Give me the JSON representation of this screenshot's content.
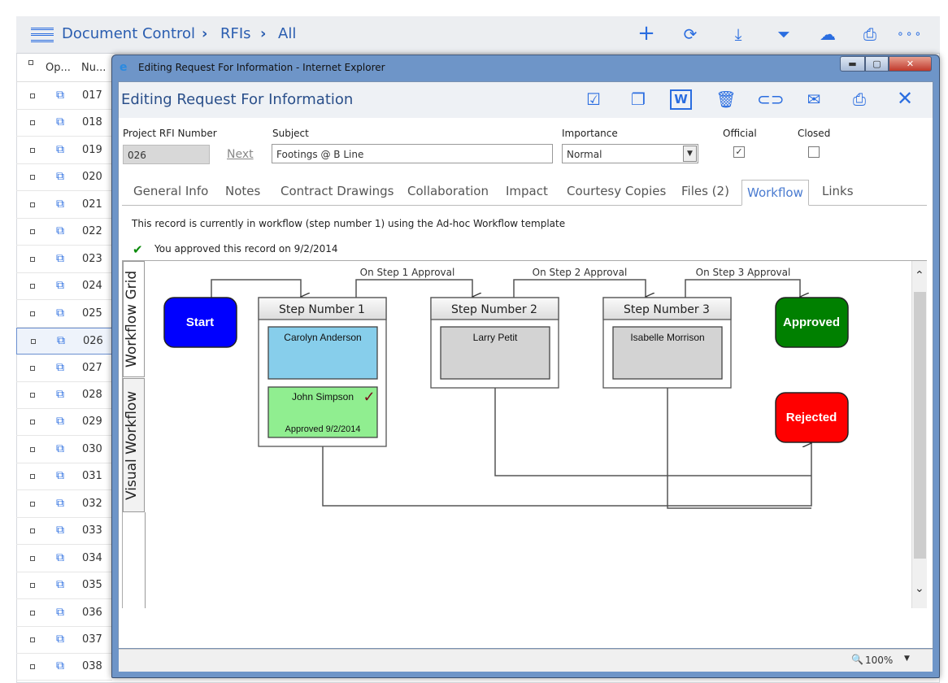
{
  "app": {
    "breadcrumb": [
      "Document Control",
      "RFIs",
      "All"
    ],
    "columns": [
      "Op...",
      "Nu..."
    ],
    "rows": [
      "017",
      "018",
      "019",
      "020",
      "021",
      "022",
      "023",
      "024",
      "025",
      "026",
      "027",
      "028",
      "029",
      "030",
      "031",
      "032",
      "033",
      "034",
      "035",
      "036",
      "037",
      "038"
    ],
    "selected_row": "026"
  },
  "window": {
    "title": "Editing Request For Information - Internet Explorer",
    "heading": "Editing Request For Information"
  },
  "form": {
    "rfi_label": "Project RFI Number",
    "rfi_value": "026",
    "next_label": "Next",
    "subject_label": "Subject",
    "subject_value": "Footings @ B Line",
    "importance_label": "Importance",
    "importance_value": "Normal",
    "official_label": "Official",
    "official_checked": true,
    "closed_label": "Closed",
    "closed_checked": false
  },
  "tabs": [
    "General Info",
    "Notes",
    "Contract Drawings",
    "Collaboration",
    "Impact",
    "Courtesy Copies",
    "Files (2)",
    "Workflow",
    "Links"
  ],
  "active_tab": "Workflow",
  "workflow": {
    "message": "This record is currently in workflow (step number 1) using the Ad-hoc Workflow template",
    "approval_note": "You approved this record on 9/2/2014",
    "vertical_tabs": [
      "Workflow Grid",
      "Visual Workflow"
    ],
    "start": "Start",
    "approved": "Approved",
    "rejected": "Rejected",
    "edge_labels": [
      "On Step 1 Approval",
      "On Step 2 Approval",
      "On Step 3 Approval"
    ],
    "steps": [
      {
        "title": "Step Number 1",
        "members": [
          {
            "name": "Carolyn Anderson"
          },
          {
            "name": "John Simpson",
            "status": "Approved 9/2/2014"
          }
        ]
      },
      {
        "title": "Step Number 2",
        "members": [
          {
            "name": "Larry Petit"
          }
        ]
      },
      {
        "title": "Step Number 3",
        "members": [
          {
            "name": "Isabelle Morrison"
          }
        ]
      }
    ],
    "colors": {
      "start": "#0000ff",
      "approved": "#008000",
      "rejected": "#ff0000",
      "pending": "#87ceeb",
      "done": "#90ee90",
      "waiting": "#d3d3d3"
    }
  },
  "status": {
    "zoom": "100%"
  }
}
